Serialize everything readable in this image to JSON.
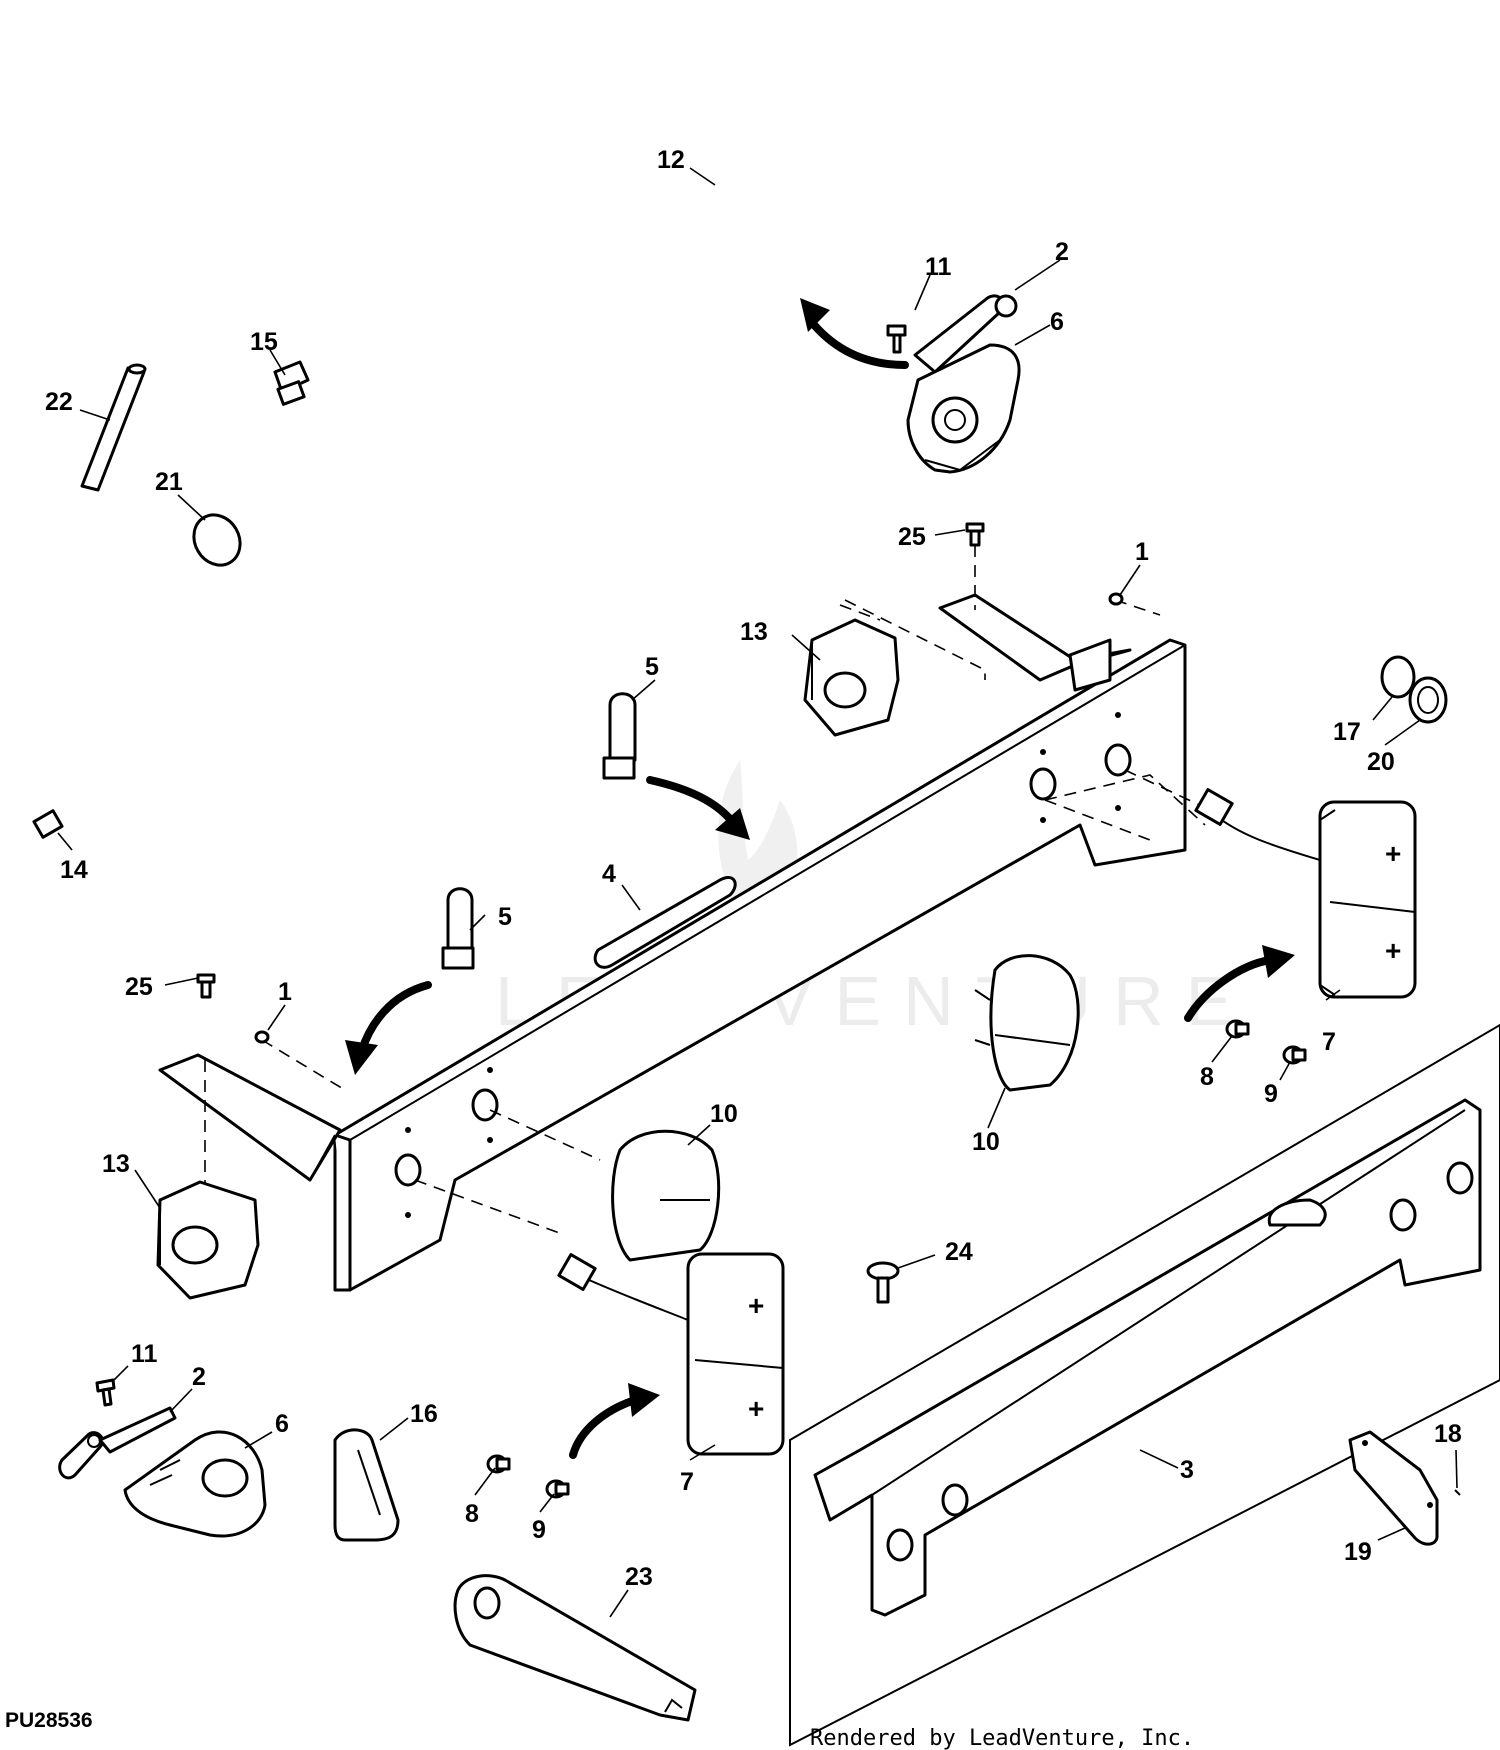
{
  "figure_id": "PU28536",
  "credit": "Rendered by LeadVenture, Inc.",
  "watermark": "LEADVENTURE",
  "callouts": [
    {
      "id": "c12",
      "text": "12"
    },
    {
      "id": "c11a",
      "text": "11"
    },
    {
      "id": "c2a",
      "text": "2"
    },
    {
      "id": "c6a",
      "text": "6"
    },
    {
      "id": "c15",
      "text": "15"
    },
    {
      "id": "c22",
      "text": "22"
    },
    {
      "id": "c21",
      "text": "21"
    },
    {
      "id": "c25a",
      "text": "25"
    },
    {
      "id": "c1a",
      "text": "1"
    },
    {
      "id": "c13a",
      "text": "13"
    },
    {
      "id": "c5a",
      "text": "5"
    },
    {
      "id": "c17",
      "text": "17"
    },
    {
      "id": "c20",
      "text": "20"
    },
    {
      "id": "c14",
      "text": "14"
    },
    {
      "id": "c4",
      "text": "4"
    },
    {
      "id": "c5b",
      "text": "5"
    },
    {
      "id": "c25b",
      "text": "25"
    },
    {
      "id": "c1b",
      "text": "1"
    },
    {
      "id": "c10a",
      "text": "10"
    },
    {
      "id": "c10b",
      "text": "10"
    },
    {
      "id": "c7a",
      "text": "7"
    },
    {
      "id": "c8a",
      "text": "8"
    },
    {
      "id": "c9a",
      "text": "9"
    },
    {
      "id": "c13b",
      "text": "13"
    },
    {
      "id": "c24",
      "text": "24"
    },
    {
      "id": "c11b",
      "text": "11"
    },
    {
      "id": "c2b",
      "text": "2"
    },
    {
      "id": "c6b",
      "text": "6"
    },
    {
      "id": "c16",
      "text": "16"
    },
    {
      "id": "c8b",
      "text": "8"
    },
    {
      "id": "c9b",
      "text": "9"
    },
    {
      "id": "c7b",
      "text": "7"
    },
    {
      "id": "c3",
      "text": "3"
    },
    {
      "id": "c18",
      "text": "18"
    },
    {
      "id": "c19",
      "text": "19"
    },
    {
      "id": "c23",
      "text": "23"
    }
  ]
}
